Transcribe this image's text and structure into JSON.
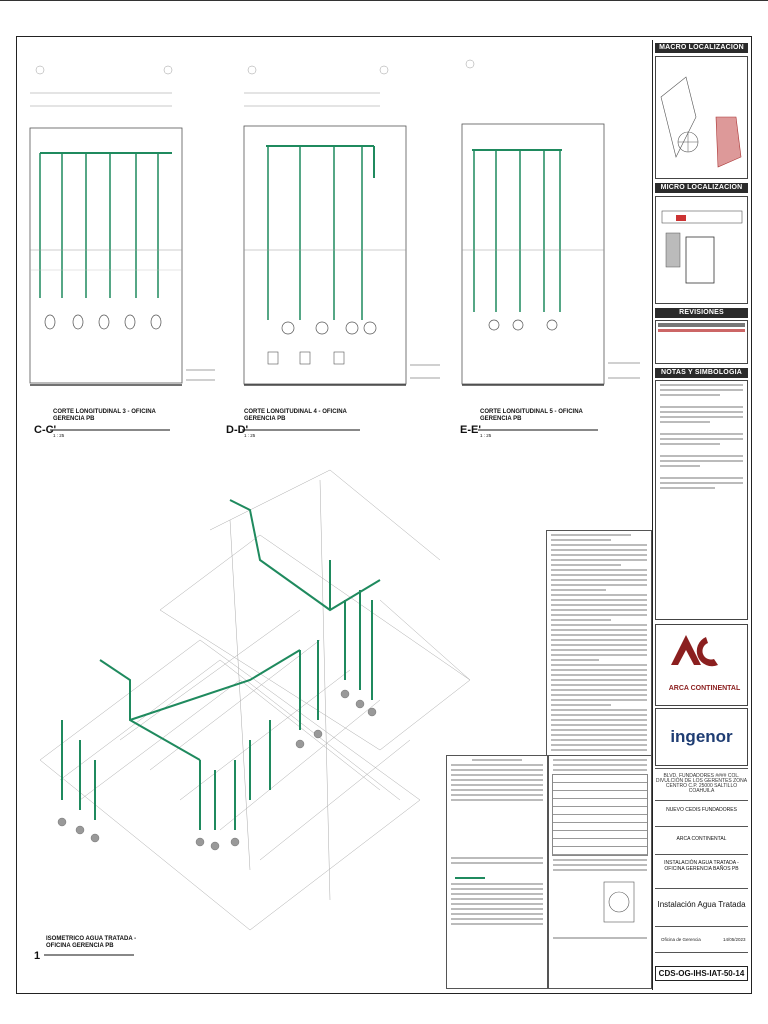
{
  "title_block": {
    "macro": "MACRO LOCALIZACION",
    "micro": "MICRO LOCALIZACION",
    "revisiones": "REVISIONES",
    "notas": "NOTAS Y SIMBOLOGIA",
    "logo_client": "ARCA CONTINENTAL",
    "logo_contractor": "ingenor",
    "address": "BLVD. FUNDADORES #### COL. DIVULCIÓN DE LOS GERENTES ZONA CENTRO C.P. 25000 SALTILLO COAHUILA",
    "project": "NUEVO CEDIS FUNDADORES",
    "owner": "ARCA CONTINENTAL",
    "plan_name": "INSTALACIÓN AGUA TRATADA - OFICINA GERENCIA BAÑOS PB",
    "discipline": "Instalación Agua Tratada",
    "area": "Oficina de Gerencia",
    "date": "14/05/2023",
    "sheet_code": "CDS-OG-IHS-IAT-50-14"
  },
  "sections": [
    {
      "code": "C-C'",
      "title": "CORTE LONGITUDINAL 3 - OFICINA GERENCIA PB",
      "scale": "1 : 25"
    },
    {
      "code": "D-D'",
      "title": "CORTE LONGITUDINAL 4 - OFICINA GERENCIA PB",
      "scale": "1 : 25"
    },
    {
      "code": "E-E'",
      "title": "CORTE LONGITUDINAL 5 - OFICINA GERENCIA PB",
      "scale": "1 : 25"
    }
  ],
  "isometric": {
    "number": "1",
    "title": "ISOMETRICO AGUA TRATADA - OFICINA GERENCIA PB"
  },
  "colors": {
    "pipe": "#1f8a5e",
    "line": "#444444",
    "logo_red": "#8b1f1f",
    "logo_blue": "#1f3d73"
  }
}
